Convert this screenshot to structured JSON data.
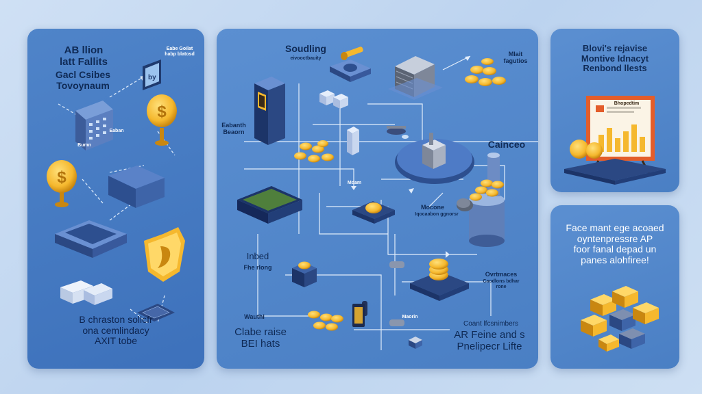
{
  "left_panel": {
    "title_lines": "AB llion\nlatt Fallits",
    "subtitle_lines": "Gacl Csibes\nTovoynaum",
    "tag_top": "Eabe Goilat\nhabp blatosd",
    "tag_building": "Bumn",
    "tag_coin": "Eaban",
    "bottom_lines": "B chraston solicfr\nona cemlindacy\nAXIT tobe"
  },
  "center_panel": {
    "header_title": "Soudling",
    "header_sub": "eivooctbauity",
    "tag_mall": "Mlait\nfagutios",
    "tag_left": "Eabanth\nBeaorn",
    "tag_right_big": "Cainceo",
    "tag_mid": "Mdam",
    "tag_mouse": "Mocone",
    "tag_mouse_sub": "Iqocaabon ggnorsr",
    "tag_inbed": "Inbed",
    "tag_inbed_sub": "Fhe rlong",
    "tag_coin_right": "Ovrtmaces",
    "tag_coin_right_sub": "Caodlons bdhar\nrone",
    "tag_bottom_mid": "Maorin",
    "tag_wauthi": "Wauthi",
    "bottom_left": "Clabe raise\nBEI hats",
    "bottom_right_small": "Coant lfcsnimbers",
    "bottom_right": "AR Feine and s\nPnelipecr Lifte"
  },
  "top_right_panel": {
    "title_lines": "Blovi's rejavise\nMontive Idnacyt\nRenbond llests",
    "screen_label": "Bhopedtim"
  },
  "bottom_right_panel": {
    "text_lines": "Face mant ege acoaed\noyntenpressre AP\nfoor fanal depad un\npanes alohfiree!"
  },
  "colors": {
    "panel_blue": "#4a7fc4",
    "coin_gold": "#f5b82e",
    "coin_dark": "#c98710",
    "text_dark": "#0f2a55",
    "block_dark": "#2d4f8f",
    "line_light": "#cfe2f7"
  }
}
